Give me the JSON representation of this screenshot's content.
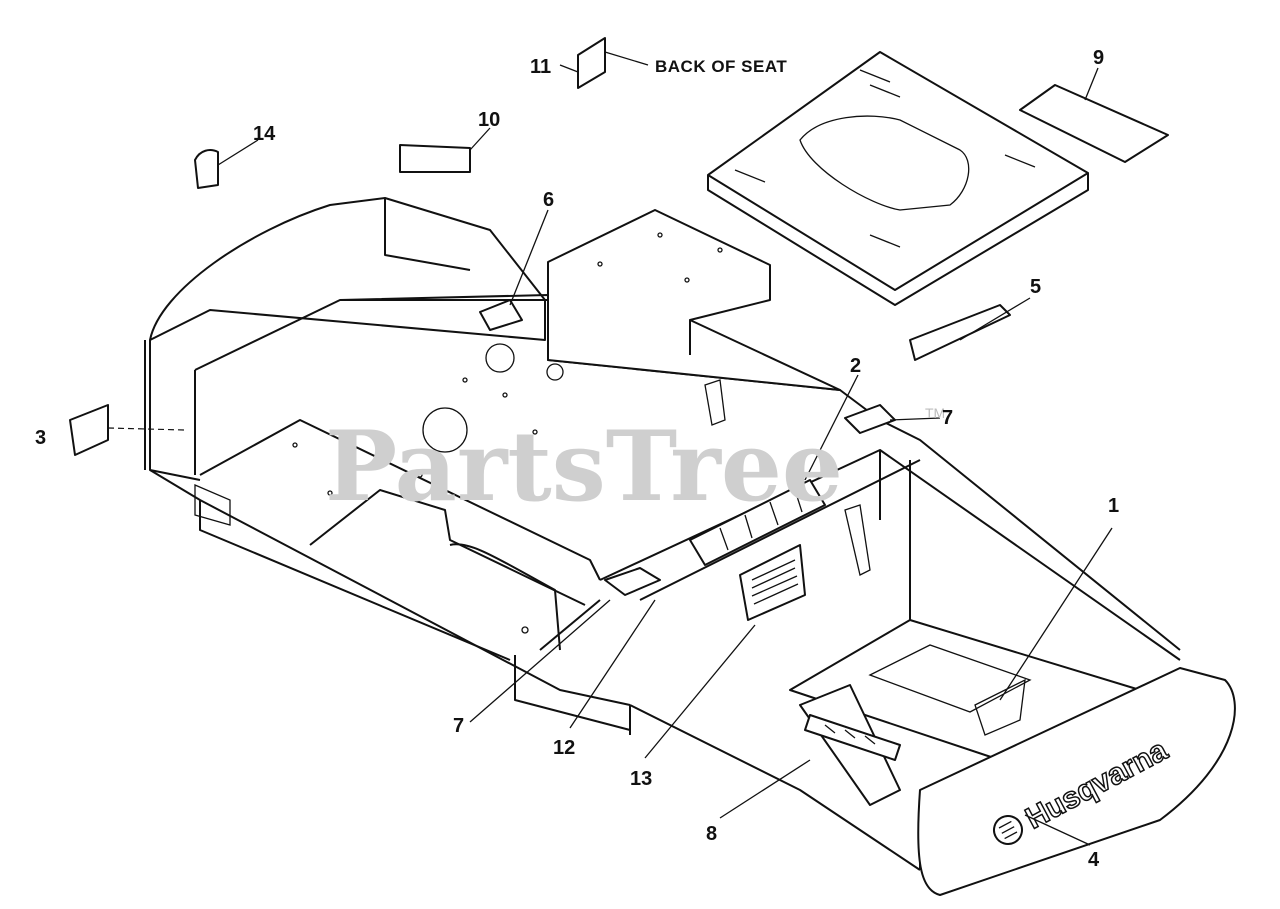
{
  "watermark": {
    "text": "PartsTree",
    "tm": "TM"
  },
  "brand": {
    "text": "Husqvarna"
  },
  "note": {
    "text": "BACK OF SEAT"
  },
  "callouts": [
    {
      "id": "c1",
      "text": "1"
    },
    {
      "id": "c2",
      "text": "2"
    },
    {
      "id": "c3",
      "text": "3"
    },
    {
      "id": "c4",
      "text": "4"
    },
    {
      "id": "c5",
      "text": "5"
    },
    {
      "id": "c6",
      "text": "6"
    },
    {
      "id": "c7a",
      "text": "7"
    },
    {
      "id": "c7b",
      "text": "7"
    },
    {
      "id": "c8",
      "text": "8"
    },
    {
      "id": "c9",
      "text": "9"
    },
    {
      "id": "c10",
      "text": "10"
    },
    {
      "id": "c11",
      "text": "11"
    },
    {
      "id": "c12",
      "text": "12"
    },
    {
      "id": "c13",
      "text": "13"
    },
    {
      "id": "c14",
      "text": "14"
    }
  ]
}
